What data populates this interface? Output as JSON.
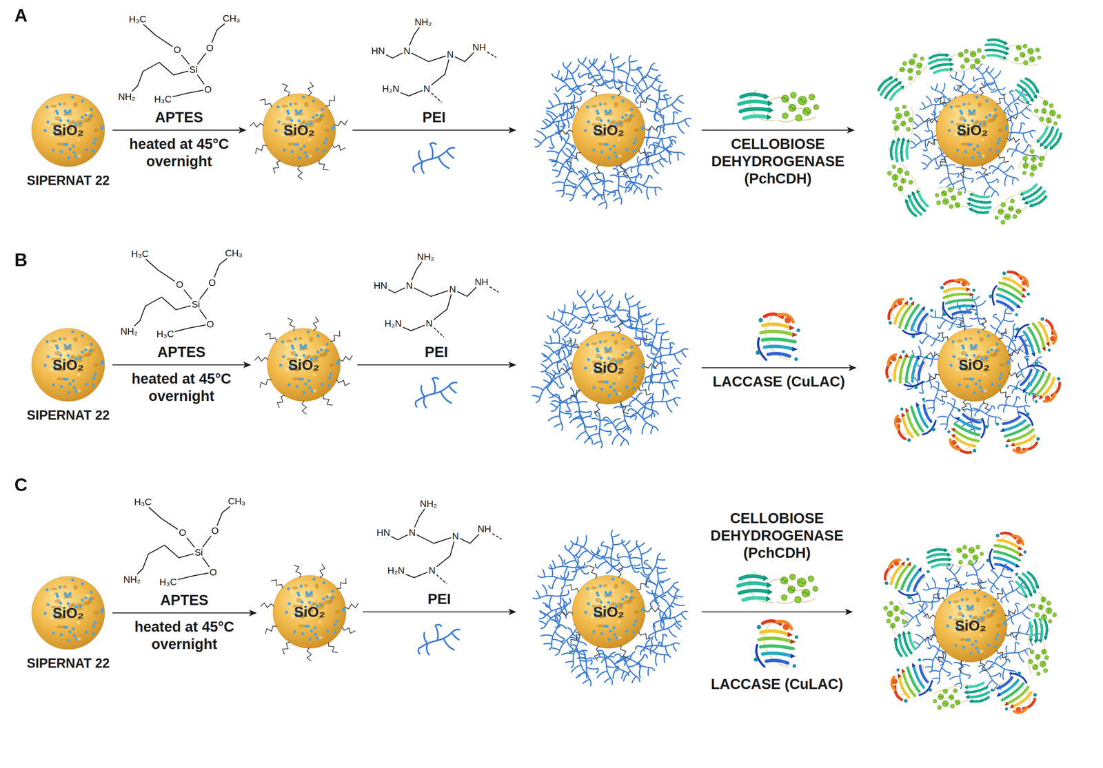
{
  "diagram": {
    "nodes": [
      {
        "text": [
          "SiO₂",
          "SIPERNAT 22"
        ]
      },
      {
        "text": [
          "SiO₂"
        ]
      },
      {
        "text": [
          "SiO₂"
        ]
      },
      {
        "text": [
          "SiO₂"
        ]
      },
      {
        "text": [
          "SiO₂",
          "SIPERNAT 22"
        ]
      },
      {
        "text": [
          "SiO₂"
        ]
      },
      {
        "text": [
          "SiO₂"
        ]
      },
      {
        "text": [
          "SiO₂"
        ]
      },
      {
        "text": [
          "SiO₂",
          "SIPERNAT 22"
        ]
      },
      {
        "text": [
          "SiO₂"
        ]
      },
      {
        "text": [
          "SiO₂"
        ]
      },
      {
        "text": [
          "SiO₂"
        ]
      }
    ],
    "edges": [
      {
        "from": 0,
        "to": 1,
        "label": "APTES",
        "arrow": "to"
      },
      {
        "from": 1,
        "to": 2,
        "label": "PEI",
        "arrow": "to"
      },
      {
        "from": 2,
        "to": 3,
        "label": "CELLOBIOSE DEHYDROGENASE (PchCDH)",
        "arrow": "to"
      },
      {
        "from": 4,
        "to": 5,
        "label": "APTES",
        "arrow": "to"
      },
      {
        "from": 5,
        "to": 6,
        "label": "PEI",
        "arrow": "to"
      },
      {
        "from": 6,
        "to": 7,
        "label": "LACCASE (CuLAC)",
        "arrow": "to"
      },
      {
        "from": 8,
        "to": 9,
        "label": "APTES",
        "arrow": "to"
      },
      {
        "from": 9,
        "to": 10,
        "label": "PEI",
        "arrow": "to"
      },
      {
        "from": 10,
        "to": 11,
        "label": "CELLOBIOSE DEHYDROGENASE (PchCDH)",
        "arrow": "to"
      }
    ],
    "labels": [
      "A",
      "heated at 45°C overnight",
      "H₃C",
      "CH₃",
      "O",
      "O",
      "Si",
      "O",
      "NH₂",
      "H₃C",
      "NH₂",
      "HN",
      "N",
      "N",
      "NH",
      "H₂N",
      "N",
      "B",
      "heated at 45°C overnight",
      "H₃C",
      "CH₃",
      "O",
      "O",
      "Si",
      "O",
      "NH₂",
      "H₃C",
      "NH₂",
      "HN",
      "N",
      "N",
      "NH",
      "H₂N",
      "N",
      "C",
      "heated at 45°C overnight",
      "H₃C",
      "CH₃",
      "O",
      "O",
      "Si",
      "O",
      "NH₂",
      "H₃C",
      "NH₂",
      "HN",
      "N",
      "N",
      "NH",
      "H₂N",
      "N",
      "LACCASE (CuLAC)"
    ]
  }
}
